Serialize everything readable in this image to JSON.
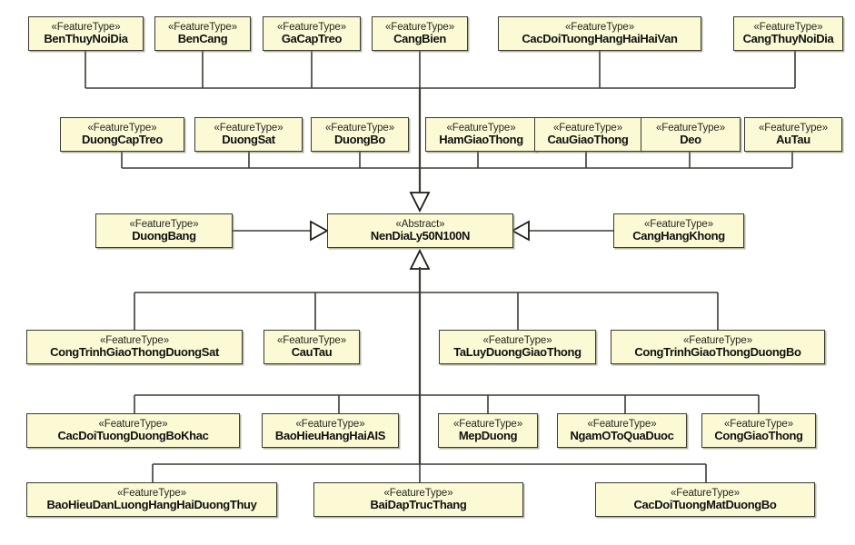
{
  "diagram": {
    "title": "NenDiaLy50N100N feature type generalization hierarchy",
    "notation": "UML class diagram",
    "stereotype_feature": "«FeatureType»",
    "stereotype_abstract": "«Abstract»",
    "colors": {
      "node_fill": "#fbfad5",
      "node_border": "#3a3a32",
      "line": "#3b3b33",
      "arrowhead_fill": "#ffffff",
      "background": "#ffffff"
    },
    "relationship": "generalization"
  },
  "root": {
    "stereotype": "«Abstract»",
    "name": "NenDiaLy50N100N"
  },
  "groups": {
    "row1": {
      "label": "top subclass row",
      "nodes": [
        {
          "stereotype": "«FeatureType»",
          "name": "BenThuyNoiDia"
        },
        {
          "stereotype": "«FeatureType»",
          "name": "BenCang"
        },
        {
          "stereotype": "«FeatureType»",
          "name": "GaCapTreo"
        },
        {
          "stereotype": "«FeatureType»",
          "name": "CangBien"
        },
        {
          "stereotype": "«FeatureType»",
          "name": "CacDoiTuongHangHaiHaiVan"
        },
        {
          "stereotype": "«FeatureType»",
          "name": "CangThuyNoiDia"
        }
      ]
    },
    "row2": {
      "label": "second subclass row",
      "nodes": [
        {
          "stereotype": "«FeatureType»",
          "name": "DuongCapTreo"
        },
        {
          "stereotype": "«FeatureType»",
          "name": "DuongSat"
        },
        {
          "stereotype": "«FeatureType»",
          "name": "DuongBo"
        },
        {
          "stereotype": "«FeatureType»",
          "name": "HamGiaoThong"
        },
        {
          "stereotype": "«FeatureType»",
          "name": "CauGiaoThong"
        },
        {
          "stereotype": "«FeatureType»",
          "name": "Deo"
        },
        {
          "stereotype": "«FeatureType»",
          "name": "AuTau"
        }
      ]
    },
    "row3": {
      "label": "side subclasses",
      "left": {
        "stereotype": "«FeatureType»",
        "name": "DuongBang"
      },
      "right": {
        "stereotype": "«FeatureType»",
        "name": "CangHangKhong"
      }
    },
    "row4": {
      "label": "fourth subclass row",
      "nodes": [
        {
          "stereotype": "«FeatureType»",
          "name": "CongTrinhGiaoThongDuongSat"
        },
        {
          "stereotype": "«FeatureType»",
          "name": "CauTau"
        },
        {
          "stereotype": "«FeatureType»",
          "name": "TaLuyDuongGiaoThong"
        },
        {
          "stereotype": "«FeatureType»",
          "name": "CongTrinhGiaoThongDuongBo"
        }
      ]
    },
    "row5": {
      "label": "fifth subclass row",
      "nodes": [
        {
          "stereotype": "«FeatureType»",
          "name": "CacDoiTuongDuongBoKhac"
        },
        {
          "stereotype": "«FeatureType»",
          "name": "BaoHieuHangHaiAIS"
        },
        {
          "stereotype": "«FeatureType»",
          "name": "MepDuong"
        },
        {
          "stereotype": "«FeatureType»",
          "name": "NgamOToQuaDuoc"
        },
        {
          "stereotype": "«FeatureType»",
          "name": "CongGiaoThong"
        }
      ]
    },
    "row6": {
      "label": "bottom subclass row",
      "nodes": [
        {
          "stereotype": "«FeatureType»",
          "name": "BaoHieuDanLuongHangHaiDuongThuy"
        },
        {
          "stereotype": "«FeatureType»",
          "name": "BaiDapTrucThang"
        },
        {
          "stereotype": "«FeatureType»",
          "name": "CacDoiTuongMatDuongBo"
        }
      ]
    }
  }
}
